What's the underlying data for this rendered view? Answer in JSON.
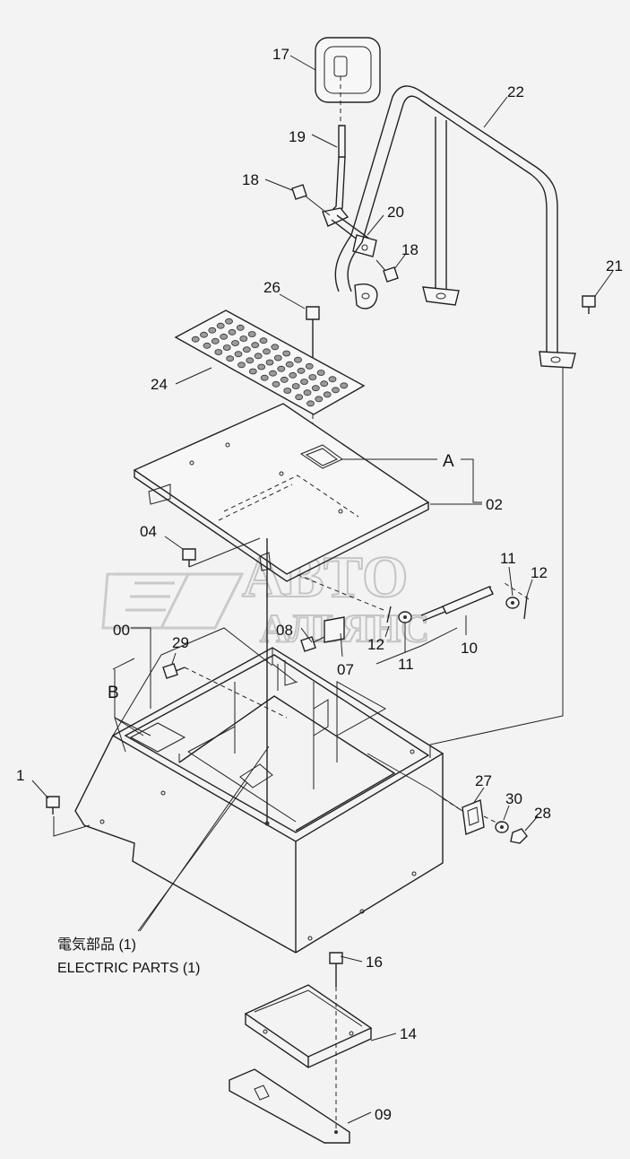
{
  "callouts": {
    "c17": "17",
    "c19": "19",
    "c18a": "18",
    "c20": "20",
    "c18b": "18",
    "c22": "22",
    "c21": "21",
    "c26": "26",
    "c24": "24",
    "cA": "A",
    "c02": "02",
    "c04": "04",
    "c11a": "11",
    "c12a": "12",
    "c00": "00",
    "c29": "29",
    "c08": "08",
    "c07": "07",
    "c12b": "12",
    "c11b": "11",
    "c10": "10",
    "cB": "B",
    "c1": "1",
    "c27": "27",
    "c30": "30",
    "c28": "28",
    "c16": "16",
    "c14": "14",
    "c09": "09"
  },
  "caption": {
    "jp": "電気部品 (1)",
    "en": "ELECTRIC PARTS (1)"
  },
  "watermark": {
    "line1": "АВТО",
    "line2": "АЛЬЯНС"
  }
}
